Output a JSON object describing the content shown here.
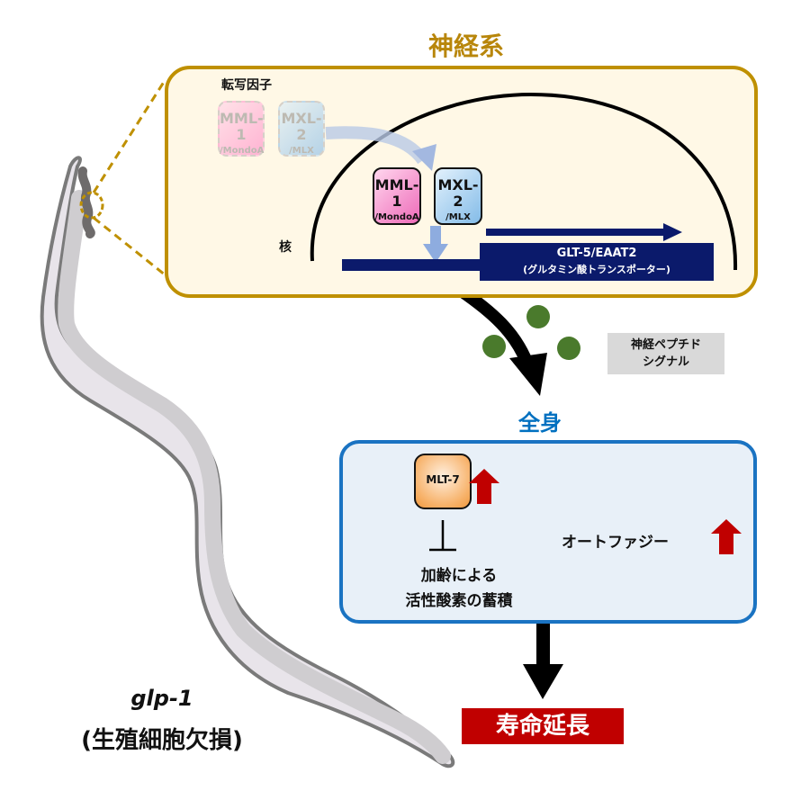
{
  "nervous_system": {
    "title": "神経系",
    "transcription_factor_label": "転写因子",
    "nucleus_label": "核",
    "factors_inactive": [
      {
        "name": "MML-1",
        "ortholog": "/MondoA"
      },
      {
        "name": "MXL-2",
        "ortholog": "/MLX"
      }
    ],
    "factors_active": [
      {
        "name": "MML-1",
        "ortholog": "/MondoA"
      },
      {
        "name": "MXL-2",
        "ortholog": "/MLX"
      }
    ],
    "target_gene": {
      "name": "GLT-5/EAAT2",
      "description": "(グルタミン酸トランスポーター)"
    }
  },
  "signal": {
    "line1": "神経ペプチド",
    "line2": "シグナル"
  },
  "whole_body": {
    "title": "全身",
    "mlt7_label": "MLT-7",
    "ros_line1": "加齢による",
    "ros_line2": "活性酸素の蓄積",
    "autophagy_label": "オートファジー"
  },
  "outcome": {
    "label": "寿命延長"
  },
  "organism": {
    "strain": "glp-1",
    "description": "(生殖細胞欠損)"
  },
  "colors": {
    "nervous_gold": "#bf9000",
    "body_blue": "#1a73c2",
    "increase_red": "#c00000",
    "gene_navy": "#0b1a6b",
    "peptide_green": "#4a7a2c"
  }
}
